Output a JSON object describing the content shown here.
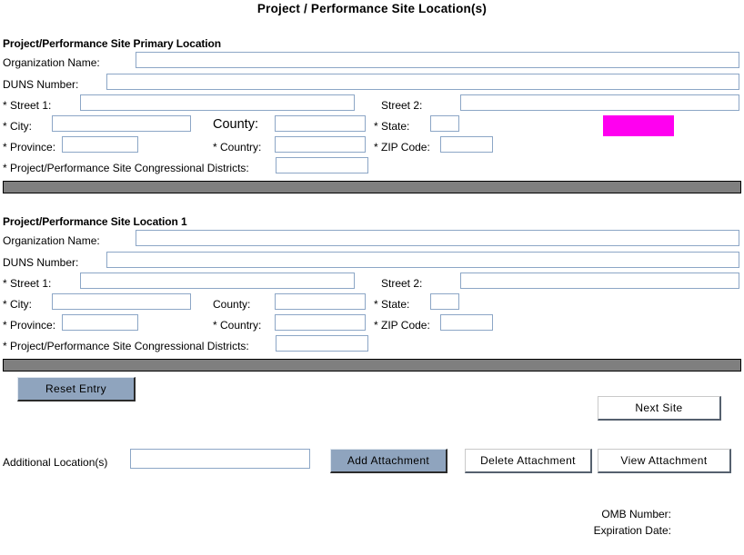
{
  "page": {
    "title": "Project / Performance Site Location(s)"
  },
  "sections": [
    {
      "heading": "Project/Performance Site Primary Location",
      "fields": {
        "organization_name_label": "Organization Name:",
        "organization_name_value": "",
        "duns_number_label": "DUNS Number:",
        "duns_number_value": "",
        "street1_label": "* Street 1:",
        "street1_value": "",
        "street2_label": "Street 2:",
        "street2_value": "",
        "city_label": "* City:",
        "city_value": "",
        "county_label": "County:",
        "county_value": "",
        "state_label": "* State:",
        "state_value": "",
        "province_label": "* Province:",
        "province_value": "",
        "country_label": "* Country:",
        "country_value": "",
        "zip_code_label": "* ZIP Code:",
        "zip_code_value": "",
        "congressional_districts_label": "* Project/Performance Site Congressional Districts:",
        "congressional_districts_value": ""
      }
    },
    {
      "heading": "Project/Performance Site Location 1",
      "fields": {
        "organization_name_label": "Organization Name:",
        "organization_name_value": "",
        "duns_number_label": "DUNS Number:",
        "duns_number_value": "",
        "street1_label": "* Street 1:",
        "street1_value": "",
        "street2_label": "Street 2:",
        "street2_value": "",
        "city_label": "* City:",
        "city_value": "",
        "county_label": "County:",
        "county_value": "",
        "state_label": "* State:",
        "state_value": "",
        "province_label": "* Province:",
        "province_value": "",
        "country_label": "* Country:",
        "country_value": "",
        "zip_code_label": "* ZIP Code:",
        "zip_code_value": "",
        "congressional_districts_label": "* Project/Performance Site Congressional Districts:",
        "congressional_districts_value": ""
      }
    }
  ],
  "highlight": {
    "color": "#FF00F0",
    "name": "state-highlight-block"
  },
  "buttons": {
    "reset_entry": "Reset Entry",
    "next_site": "Next Site",
    "add_attachment": "Add Attachment",
    "delete_attachment": "Delete Attachment",
    "view_attachment": "View  Attachment"
  },
  "additional_locations": {
    "label": "Additional Location(s)",
    "value": ""
  },
  "footer": {
    "omb_number_label": "OMB Number:",
    "omb_number_value": "",
    "expiration_date_label": "Expiration Date:",
    "expiration_date_value": ""
  }
}
